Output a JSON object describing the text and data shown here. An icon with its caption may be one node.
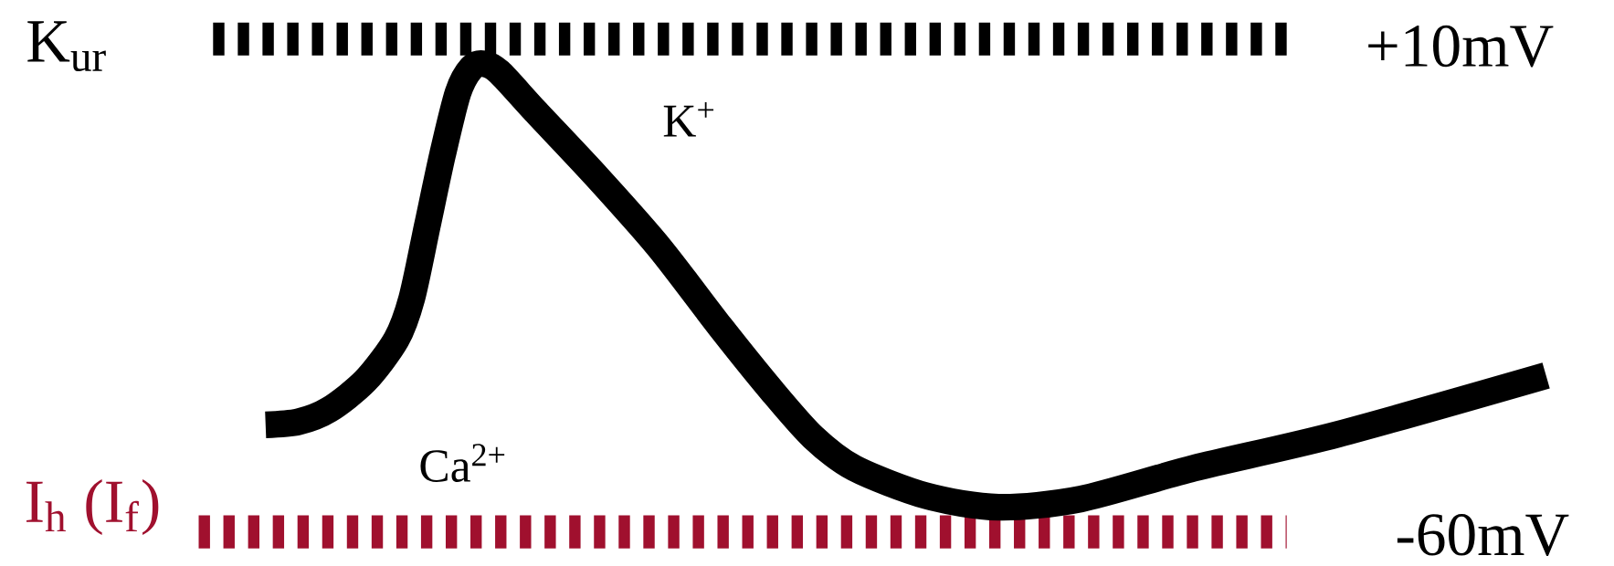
{
  "diagram": {
    "labels": [
      "K$_{ur}$",
      "+10mV",
      "K$^{+}$",
      "Ca$^{2+}$",
      "I$_{h}$ (I$_{f}$)",
      "-60mV"
    ]
  }
}
